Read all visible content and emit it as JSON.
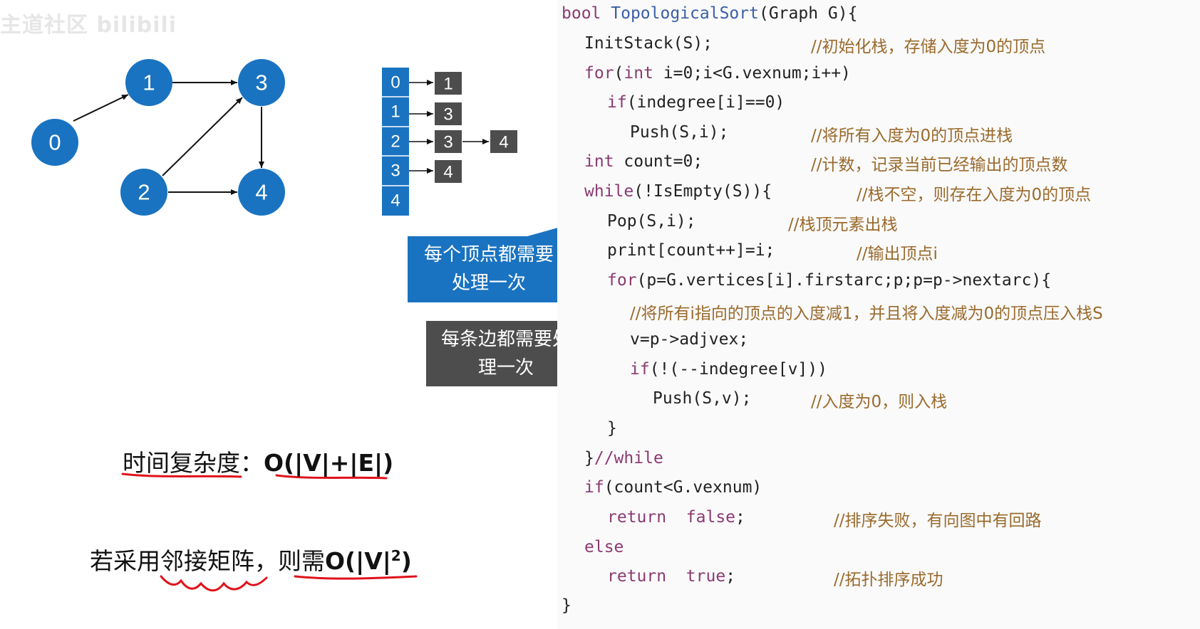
{
  "watermark": "主道社区 bilibili",
  "graph": {
    "nodes": [
      "0",
      "1",
      "2",
      "3",
      "4"
    ],
    "node_color": "#1a73c0"
  },
  "adjacency_list": {
    "vertex_ids": [
      "0",
      "1",
      "2",
      "3",
      "4"
    ],
    "rows": [
      {
        "vertex": "0",
        "targets": [
          "1"
        ]
      },
      {
        "vertex": "1",
        "targets": [
          "3"
        ]
      },
      {
        "vertex": "2",
        "targets": [
          "3",
          "4"
        ]
      },
      {
        "vertex": "3",
        "targets": [
          "4"
        ]
      },
      {
        "vertex": "4",
        "targets": []
      }
    ],
    "vertex_color": "#1a73c0",
    "edge_node_color": "#4d4d4d"
  },
  "callouts": {
    "vertex": {
      "line1": "每个顶点都需要",
      "line2": "处理一次",
      "color": "#1a73c0"
    },
    "edge": {
      "line1": "每条边都需要处",
      "line2": "理一次",
      "color": "#4d4d4d"
    }
  },
  "notes": {
    "time_label": "时间复杂度：",
    "time_value": "O(|V|+|E|)",
    "matrix_prefix": "若采用",
    "matrix_word": "邻接矩阵",
    "matrix_mid": "，",
    "matrix_then": "则需",
    "matrix_value_a": "O(|V|",
    "matrix_value_sup": "2",
    "matrix_value_b": ")"
  },
  "annotation_color": "#e0121b",
  "code": {
    "l1_kw": "bool",
    "l1_fn": "TopologicalSort",
    "l1_rest": "(Graph G){",
    "l2_code": "InitStack(S);",
    "l2_cm": "//初始化栈，存储入度为0的顶点",
    "l3_kw": "for",
    "l3_a": "(",
    "l3_kw2": "int",
    "l3_b": " i=0;i<G.vexnum;i++)",
    "l4_kw": "if",
    "l4_rest": "(indegree[i]==0)",
    "l5_code": "Push(S,i);",
    "l5_cm": "//将所有入度为0的顶点进栈",
    "l6_kw": "int",
    "l6_rest": " count=0;",
    "l6_cm": "//计数，记录当前已经输出的顶点数",
    "l7_kw": "while",
    "l7_rest": "(!IsEmpty(S)){",
    "l7_cm": "//栈不空，则存在入度为0的顶点",
    "l8_code": "Pop(S,i);",
    "l8_cm": "//栈顶元素出栈",
    "l9_code": "print[count++]=i;",
    "l9_cm": "//输出顶点i",
    "l10_kw": "for",
    "l10_rest": "(p=G.vertices[i].firstarc;p;p=p->nextarc){",
    "l11_cm": "//将所有i指向的顶点的入度减1，并且将入度减为0的顶点压入栈S",
    "l12_code": "v=p->adjvex;",
    "l13_kw": "if",
    "l13_rest": "(!(--indegree[v]))",
    "l14_code": "Push(S,v);",
    "l14_cm": "//入度为0，则入栈",
    "l15_code": "}",
    "l16_code": "}",
    "l16_cm": "//while",
    "l17_kw": "if",
    "l17_rest": "(count<G.vexnum)",
    "l18_kw": "return",
    "l18_kw2": "false",
    "l18_rest": ";",
    "l18_cm": "//排序失败，有向图中有回路",
    "l19_kw": "else",
    "l20_kw": "return",
    "l20_kw2": "true",
    "l20_rest": ";",
    "l20_cm": "//拓扑排序成功",
    "l21_code": "}"
  }
}
